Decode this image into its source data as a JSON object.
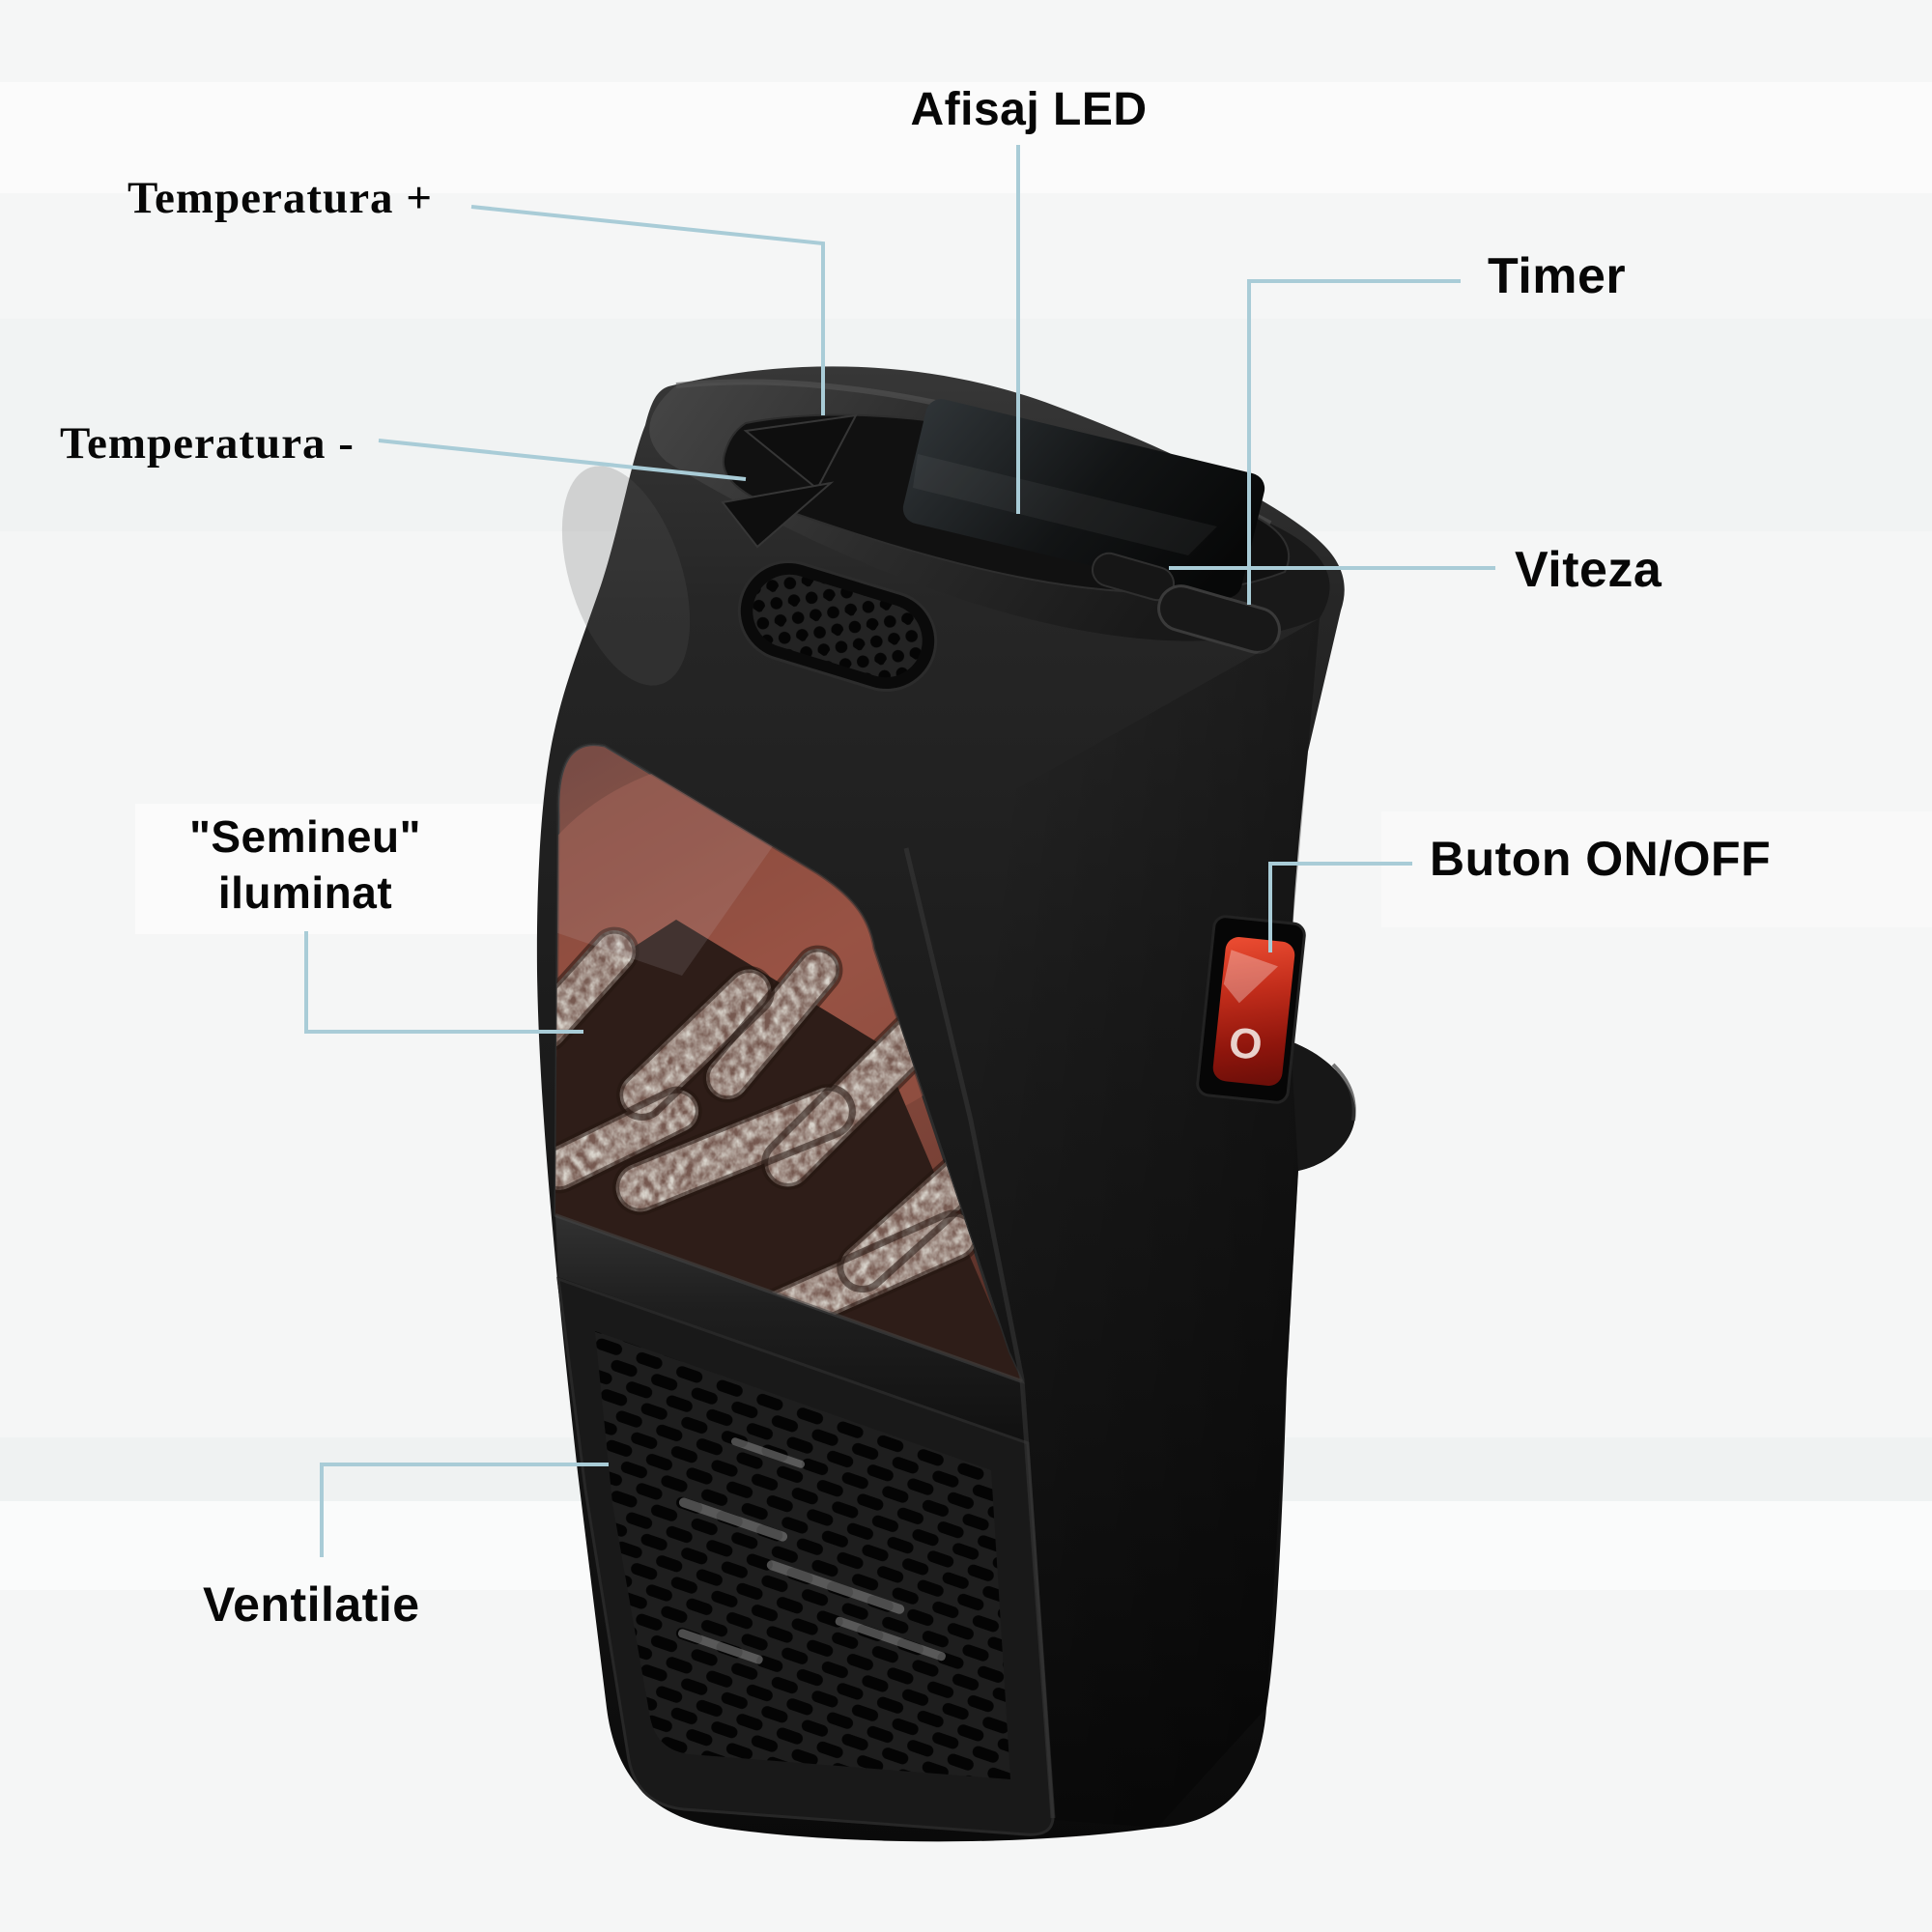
{
  "annotations": {
    "afisaj_led": "Afisaj LED",
    "temperatura_plus": "Temperatura +",
    "temperatura_minus": "Temperatura -",
    "timer": "Timer",
    "viteza": "Viteza",
    "semineu_line1": "\"Semineu\"",
    "semineu_line2": "iluminat",
    "buton_onoff": "Buton ON/OFF",
    "ventilatie": "Ventilatie"
  },
  "device": {
    "switch_marking": "O"
  },
  "colors": {
    "callout_line": "#a9ccd7",
    "switch_red": "#c22d1b",
    "fireplace_glow": "#8e4c3d",
    "body_black": "#1a1a1a",
    "background": "#f5f6f6"
  }
}
